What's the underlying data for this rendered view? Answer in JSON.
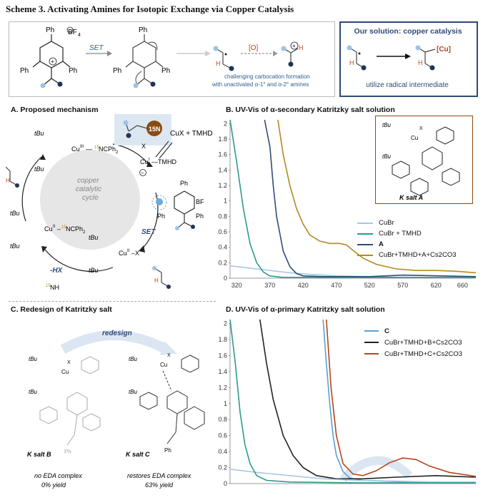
{
  "title": "Scheme 3. Activating Amines for Isotopic Exchange via Copper Catalysis",
  "top": {
    "set_label": "SET",
    "ox_label": "[O]",
    "challenge_line1": "challenging carbocation formation",
    "challenge_line2": "with unactivated α-1° and α-2° amines",
    "solution_title": "Our solution: copper catalysis",
    "solution_tag": "[Cu]",
    "solution_caption": "utilize radical intermediate"
  },
  "sectionA": {
    "title": "A. Proposed mechanism",
    "cycle_line1": "copper",
    "cycle_line2": "catalytic",
    "cycle_line3": "cycle",
    "reagent": "CuX + TMHD",
    "set_label": "SET",
    "hx_label": "-HX",
    "product_label": "15N"
  },
  "sectionB": {
    "title": "B. UV-Vis of α-secondary Katritzky salt solution",
    "salt_label": "K salt A",
    "legend": [
      {
        "label": "CuBr",
        "color": "#a9c7e3"
      },
      {
        "label": "CuBr + TMHD",
        "color": "#2e9a8c"
      },
      {
        "label": "A",
        "color": "#2f4d7a"
      },
      {
        "label": "CuBr+TMHD+A+Cs2CO3",
        "color": "#b58a1e"
      }
    ]
  },
  "sectionC": {
    "title": "C. Redesign of Katritzky salt",
    "redesign_label": "redesign",
    "saltB_label": "K salt B",
    "saltC_label": "K salt C",
    "noteB_line1": "no EDA complex",
    "noteB_line2": "0% yield",
    "noteC_line1": "restores EDA complex",
    "noteC_line2": "63% yield"
  },
  "sectionD": {
    "title": "D. UV-Vis of α-primary Katritzky salt solution",
    "legend": [
      {
        "label": "C",
        "color": "#5a9fd4"
      },
      {
        "label": "CuBr+TMHD+B+Cs2CO3",
        "color": "#222222"
      },
      {
        "label": "CuBr+TMHD+C+Cs2CO3",
        "color": "#b5461a"
      }
    ]
  },
  "chart_data": [
    {
      "type": "line",
      "title": "UV-Vis of α-secondary Katritzky salt solution",
      "xlabel": "",
      "ylabel": "",
      "xlim": [
        310,
        680
      ],
      "ylim": [
        0,
        2.05
      ],
      "x_ticks": [
        "320",
        "370",
        "420",
        "470",
        "520",
        "570",
        "620",
        "660"
      ],
      "y_ticks": [
        "0",
        "0.2",
        "0.4",
        "0.6",
        "0.8",
        "1",
        "1.2",
        "1.4",
        "1.6",
        "1.8",
        "2"
      ],
      "series": [
        {
          "name": "CuBr",
          "color": "#a9c7e3",
          "x": [
            310,
            340,
            370,
            400,
            430,
            470,
            520,
            570,
            620,
            680
          ],
          "y": [
            0.16,
            0.13,
            0.1,
            0.07,
            0.05,
            0.03,
            0.02,
            0.01,
            0.01,
            0.01
          ]
        },
        {
          "name": "CuBr + TMHD",
          "color": "#2e9a8c",
          "x": [
            310,
            320,
            330,
            340,
            350,
            360,
            370,
            390,
            420,
            470,
            570,
            680
          ],
          "y": [
            2.05,
            1.5,
            0.9,
            0.45,
            0.2,
            0.08,
            0.03,
            0.01,
            0.01,
            0.01,
            0.01,
            0.01
          ]
        },
        {
          "name": "A",
          "color": "#2f4d7a",
          "x": [
            362,
            370,
            375,
            380,
            390,
            400,
            410,
            420,
            450,
            520,
            570,
            680
          ],
          "y": [
            2.05,
            1.7,
            1.2,
            0.8,
            0.35,
            0.15,
            0.06,
            0.03,
            0.02,
            0.02,
            0.04,
            0.02
          ]
        },
        {
          "name": "CuBr+TMHD+A+Cs2CO3",
          "color": "#b58a1e",
          "x": [
            382,
            390,
            400,
            410,
            420,
            430,
            445,
            460,
            475,
            485,
            495,
            510,
            530,
            560,
            590,
            620,
            650,
            680
          ],
          "y": [
            2.05,
            1.6,
            1.2,
            0.9,
            0.7,
            0.56,
            0.48,
            0.45,
            0.45,
            0.43,
            0.36,
            0.26,
            0.18,
            0.12,
            0.1,
            0.1,
            0.09,
            0.07
          ]
        }
      ]
    },
    {
      "type": "line",
      "title": "UV-Vis of α-primary Katritzky salt solution",
      "xlabel": "",
      "ylabel": "",
      "xlim": [
        310,
        680
      ],
      "ylim": [
        0,
        2.05
      ],
      "y_ticks": [
        "0",
        "0.2",
        "0.4",
        "0.6",
        "0.8",
        "1",
        "1.2",
        "1.4",
        "1.6",
        "1.8",
        "2"
      ],
      "series": [
        {
          "name": "C",
          "color": "#5a9fd4",
          "x": [
            450,
            455,
            460,
            465,
            470,
            480,
            490,
            510,
            540,
            580,
            680
          ],
          "y": [
            2.05,
            1.5,
            1.0,
            0.6,
            0.35,
            0.15,
            0.07,
            0.04,
            0.03,
            0.02,
            0.02
          ]
        },
        {
          "name": "CuBr+TMHD+B+Cs2CO3",
          "color": "#222222",
          "x": [
            355,
            365,
            375,
            390,
            405,
            420,
            440,
            470,
            510,
            560,
            620,
            680
          ],
          "y": [
            2.05,
            1.5,
            1.05,
            0.6,
            0.35,
            0.2,
            0.1,
            0.06,
            0.06,
            0.08,
            0.1,
            0.08
          ]
        },
        {
          "name": "CuBr+TMHD+C+Cs2CO3",
          "color": "#b5461a",
          "x": [
            455,
            462,
            470,
            480,
            495,
            510,
            530,
            550,
            570,
            590,
            610,
            640,
            680
          ],
          "y": [
            2.05,
            1.2,
            0.6,
            0.25,
            0.12,
            0.1,
            0.16,
            0.26,
            0.32,
            0.3,
            0.22,
            0.14,
            0.09
          ]
        },
        {
          "name": "CuBr",
          "color": "#a9c7e3",
          "x": [
            310,
            350,
            400,
            450,
            500,
            560,
            620,
            680
          ],
          "y": [
            0.18,
            0.14,
            0.1,
            0.06,
            0.04,
            0.03,
            0.02,
            0.02
          ]
        },
        {
          "name": "CuBr + TMHD",
          "color": "#2e9a8c",
          "x": [
            310,
            318,
            325,
            332,
            340,
            350,
            365,
            400,
            500,
            680
          ],
          "y": [
            2.05,
            1.5,
            0.9,
            0.5,
            0.25,
            0.1,
            0.04,
            0.02,
            0.01,
            0.01
          ]
        }
      ]
    }
  ]
}
